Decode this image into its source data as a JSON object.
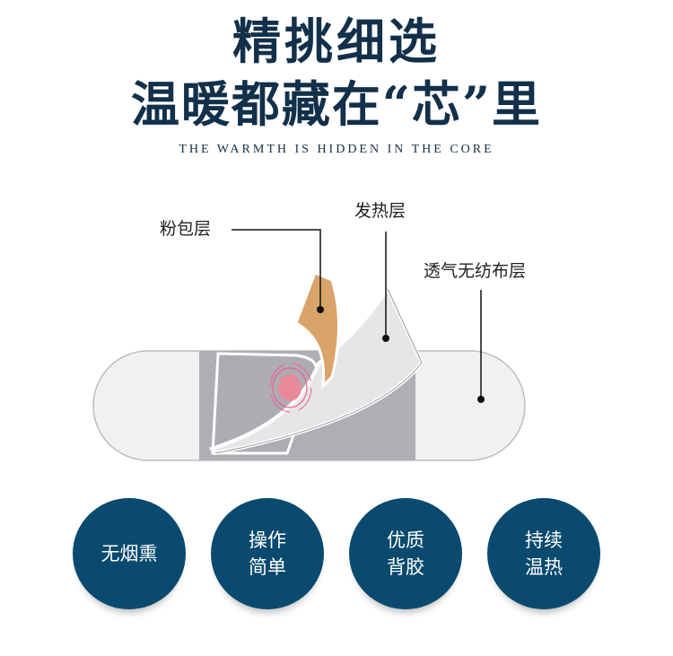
{
  "title_line1": "精挑细选",
  "title_line2": "温暖都藏在“芯”里",
  "subtitle": "THE WARMTH IS HIDDEN IN THE CORE",
  "labels": {
    "powder": "粉包层",
    "heating": "发热层",
    "nonwoven": "透气无纺布层"
  },
  "features": [
    {
      "line1": "无烟熏",
      "line2": ""
    },
    {
      "line1": "操作",
      "line2": "简单"
    },
    {
      "line1": "优质",
      "line2": "背胶"
    },
    {
      "line1": "持续",
      "line2": "温热"
    }
  ],
  "colors": {
    "navy": "#0a4a6e",
    "title": "#12304a",
    "powder": "#d9a46a"
  }
}
